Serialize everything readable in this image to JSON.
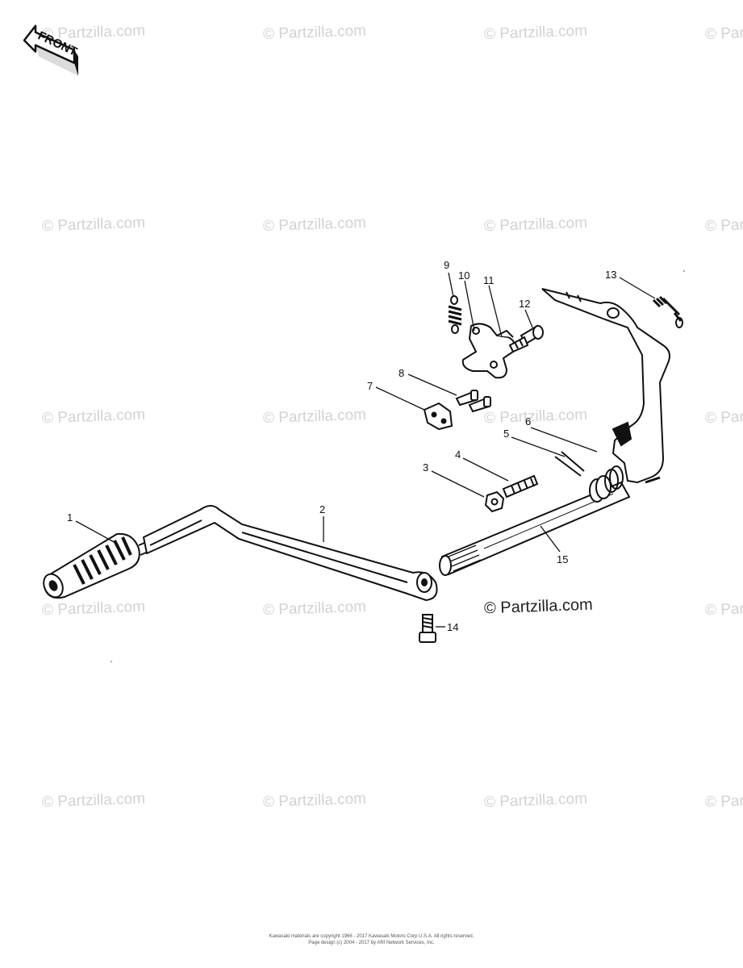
{
  "front_arrow": {
    "label": "FRONT"
  },
  "watermark": {
    "text": "© Partzilla.com",
    "prominent_text": "© Partzilla.com",
    "color": "#d2d2d2"
  },
  "callouts": {
    "c1": "1",
    "c2": "2",
    "c3": "3",
    "c4": "4",
    "c5": "5",
    "c6": "6",
    "c7": "7",
    "c8": "8",
    "c9": "9",
    "c10": "10",
    "c11": "11",
    "c12": "12",
    "c13": "13",
    "c14": "14",
    "c15": "15"
  },
  "footer": {
    "line1": "Kawasaki materials are copyright 1966 - 2017 Kawasaki Motors Corp U.S.A.  All rights reserved.",
    "line2": "Page design (c) 2004 - 2017 by ARI Network Services, Inc."
  }
}
